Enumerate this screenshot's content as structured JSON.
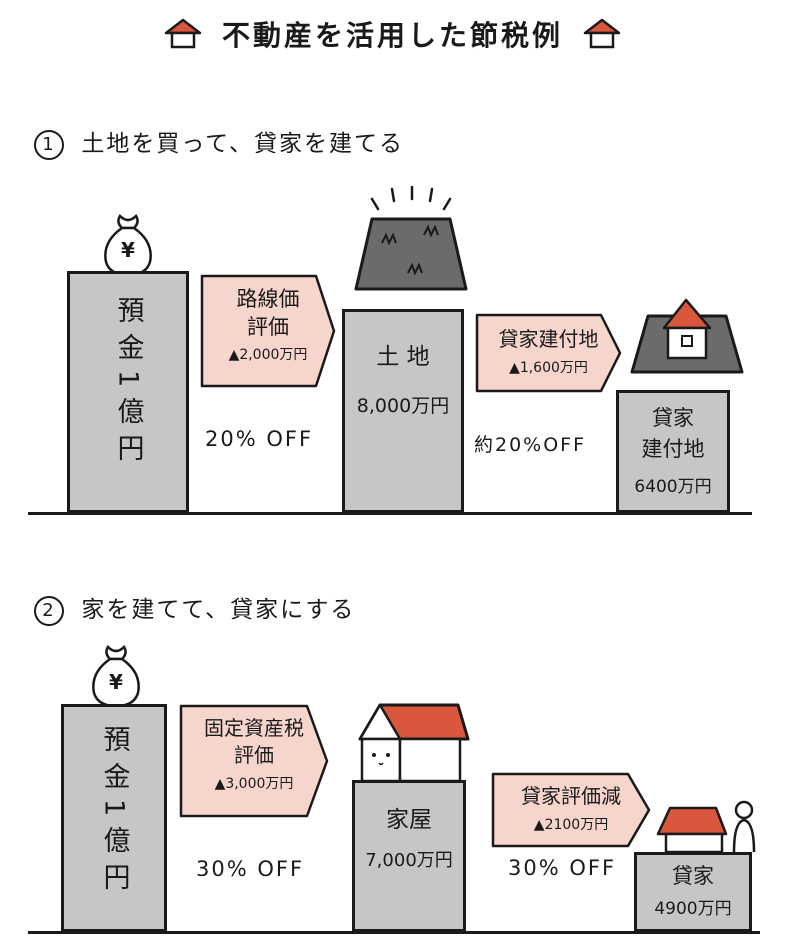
{
  "title": "不動産を活用した節税例",
  "section1": {
    "heading_number": "1",
    "heading_text": "土地を買って、貸家を建てる",
    "deposit_bar": {
      "label": "預金1億円",
      "bag_symbol": "¥"
    },
    "arrow1": {
      "line1": "路線価",
      "line2": "評価",
      "amount": "▲2,000万円"
    },
    "off1": "20% OFF",
    "land_bar": {
      "line1": "土 地",
      "line2": "8,000万円"
    },
    "arrow2": {
      "line1": "貸家建付地",
      "amount": "▲1,600万円"
    },
    "off2": "約20%OFF",
    "rental_land_bar": {
      "line1": "貸家",
      "line2": "建付地",
      "line3": "6400万円"
    }
  },
  "section2": {
    "heading_number": "2",
    "heading_text": "家を建てて、貸家にする",
    "deposit_bar": {
      "label": "預金1億円",
      "bag_symbol": "¥"
    },
    "arrow1": {
      "line1": "固定資産税",
      "line2": "評価",
      "amount": "▲3,000万円"
    },
    "off1": "30% OFF",
    "house_bar": {
      "line1": "家屋",
      "line2": "7,000万円"
    },
    "arrow2": {
      "line1": "貸家評価減",
      "amount": "▲2100万円"
    },
    "off2": "30% OFF",
    "rental_house_bar": {
      "line1": "貸家",
      "line2": "4900万円"
    }
  },
  "colors": {
    "bar_fill": "#c6c6c6",
    "arrow_fill": "#f6d5cc",
    "roof": "#d9573d",
    "land": "#6b6b6b",
    "ink": "#1a1a1a"
  }
}
